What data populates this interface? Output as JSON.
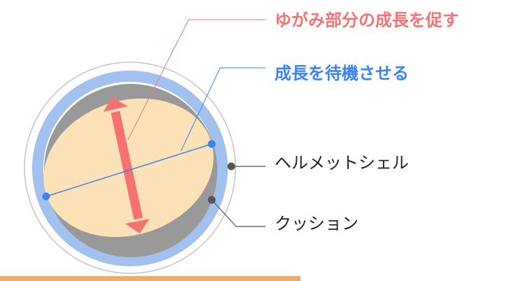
{
  "labels": {
    "promote": "ゆがみ部分の成長を促す",
    "wait": "成長を待機させる",
    "shell": "ヘルメットシェル",
    "cushion": "クッション"
  },
  "colors": {
    "red": "#f87171",
    "blue": "#3b82f6",
    "ring": "#a3c1ee",
    "cushion": "#999999",
    "head": "#fde1b7",
    "base": "#f5a95c"
  }
}
